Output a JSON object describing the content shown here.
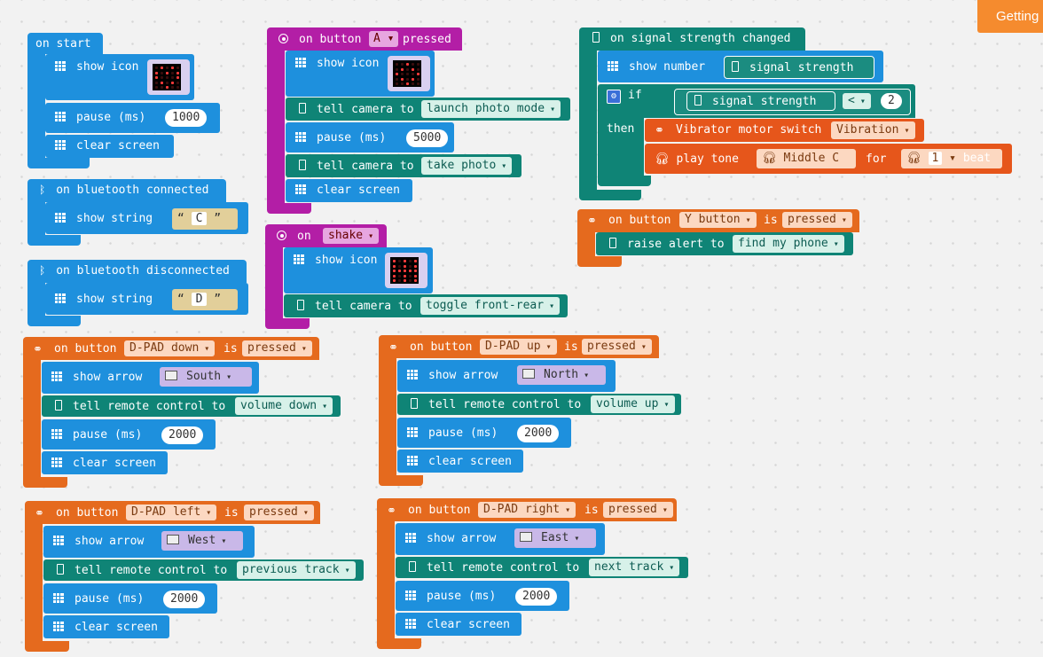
{
  "header": {
    "getting_started": "Getting"
  },
  "on_start": {
    "title": "on start",
    "show_icon": "show icon",
    "pause": "pause (ms)",
    "pause_value": "1000",
    "clear": "clear screen"
  },
  "bt_connected": {
    "title": "on bluetooth connected",
    "show_string": "show string",
    "value": "C"
  },
  "bt_disconnected": {
    "title": "on bluetooth disconnected",
    "show_string": "show string",
    "value": "D"
  },
  "button_a": {
    "on": "on button",
    "button": "A",
    "pressed": "pressed",
    "show_icon": "show icon",
    "tell_camera": "tell camera to",
    "launch": "launch photo mode",
    "pause": "pause (ms)",
    "pause_value": "5000",
    "take_photo": "take photo",
    "clear": "clear screen"
  },
  "shake": {
    "on": "on",
    "gesture": "shake",
    "show_icon": "show icon",
    "tell_camera": "tell camera to",
    "toggle": "toggle front-rear"
  },
  "signal": {
    "title": "on signal strength changed",
    "show_number": "show number",
    "signal_strength": "signal strength",
    "if": "if",
    "then": "then",
    "op": "<",
    "compare_value": "2",
    "vibrator": "Vibrator motor switch",
    "vibration": "Vibration",
    "play_tone": "play tone",
    "note": "Middle C",
    "for": "for",
    "beats": "1",
    "beat": "beat"
  },
  "y_button": {
    "on": "on button",
    "button": "Y button",
    "is": "is",
    "pressed": "pressed",
    "raise": "raise alert to",
    "find": "find my phone"
  },
  "dpad_down": {
    "on": "on button",
    "button": "D-PAD down",
    "is": "is",
    "pressed": "pressed",
    "show_arrow": "show arrow",
    "dir": "South",
    "tell": "tell remote control to",
    "cmd": "volume down",
    "pause": "pause (ms)",
    "pause_value": "2000",
    "clear": "clear screen"
  },
  "dpad_up": {
    "on": "on button",
    "button": "D-PAD up",
    "is": "is",
    "pressed": "pressed",
    "show_arrow": "show arrow",
    "dir": "North",
    "tell": "tell remote control to",
    "cmd": "volume up",
    "pause": "pause (ms)",
    "pause_value": "2000",
    "clear": "clear screen"
  },
  "dpad_left": {
    "on": "on button",
    "button": "D-PAD left",
    "is": "is",
    "pressed": "pressed",
    "show_arrow": "show arrow",
    "dir": "West",
    "tell": "tell remote control to",
    "cmd": "previous track",
    "pause": "pause (ms)",
    "pause_value": "2000",
    "clear": "clear screen"
  },
  "dpad_right": {
    "on": "on button",
    "button": "D-PAD right",
    "is": "is",
    "pressed": "pressed",
    "show_arrow": "show arrow",
    "dir": "East",
    "tell": "tell remote control to",
    "cmd": "next track",
    "pause": "pause (ms)",
    "pause_value": "2000",
    "clear": "clear screen"
  },
  "icons": {
    "grid": "led-grid-icon",
    "phone": "phone-icon",
    "gamepad": "gamepad-icon",
    "bluetooth": "bluetooth-icon",
    "target": "button-target-icon",
    "image": "image-icon",
    "headphones": "headphones-icon",
    "gear": "gear-icon"
  },
  "colors": {
    "basic": "#1e90dd",
    "input": "#b31ea6",
    "devices": "#0f8476",
    "gamepad": "#e56a1e",
    "music": "#e6561b",
    "accent": "#f58b2e"
  }
}
